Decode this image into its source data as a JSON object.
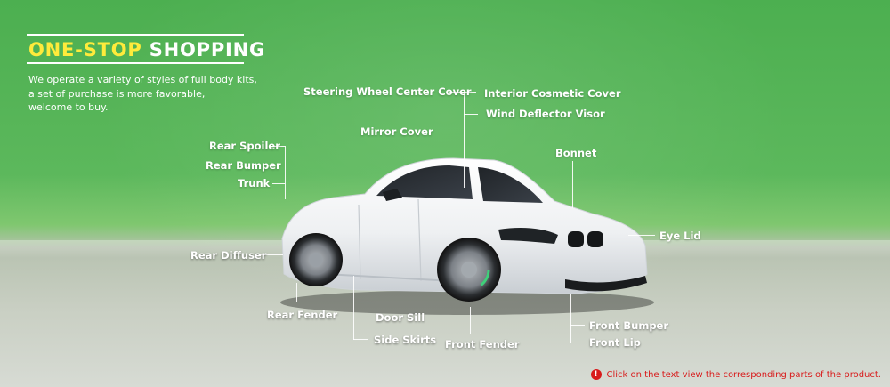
{
  "hero": {
    "title_accent": "ONE-STOP",
    "title_rest": " SHOPPING",
    "description_lines": [
      "We operate a variety of styles of full body kits,",
      "a set of purchase is more favorable,",
      "welcome to buy."
    ]
  },
  "labels": {
    "steering_wheel_center_cover": "Steering Wheel Center Cover",
    "interior_cosmetic_cover": "Interior Cosmetic Cover",
    "wind_deflector_visor": "Wind Deflector Visor",
    "mirror_cover": "Mirror Cover",
    "bonnet": "Bonnet",
    "rear_spoiler": "Rear Spoiler",
    "rear_bumper": "Rear Bumper",
    "trunk": "Trunk",
    "eye_lid": "Eye Lid",
    "rear_diffuser": "Rear Diffuser",
    "rear_fender": "Rear Fender",
    "door_sill": "Door Sill",
    "side_skirts": "Side Skirts",
    "front_fender": "Front Fender",
    "front_bumper": "Front Bumper",
    "front_lip": "Front Lip"
  },
  "footer": {
    "hint": "Click on the text view the corresponding parts of the product."
  },
  "colors": {
    "accent_yellow": "#ffeb3b",
    "hint_red": "#d81b1b",
    "background_green": "#5cb85c"
  }
}
